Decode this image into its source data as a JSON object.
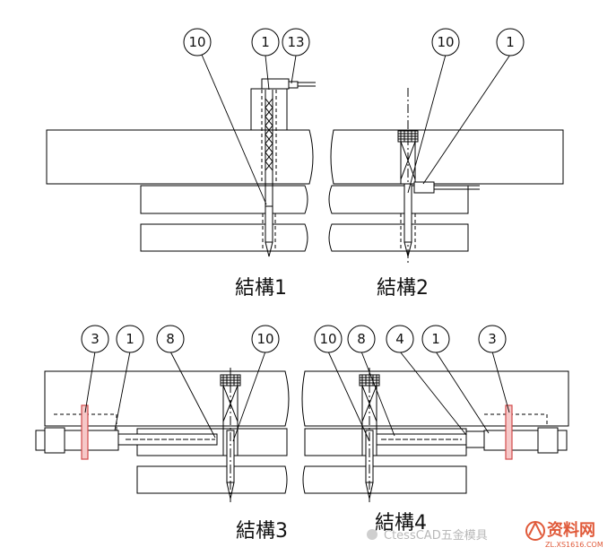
{
  "captions": {
    "structure1": "結構1",
    "structure2": "結構2",
    "structure3": "結構3",
    "structure4": "結構4"
  },
  "balloons": {
    "s1": [
      "10",
      "1",
      "13"
    ],
    "s2": [
      "10",
      "1"
    ],
    "s3": [
      "3",
      "1",
      "8",
      "10"
    ],
    "s4": [
      "10",
      "8",
      "4",
      "1",
      "3"
    ]
  },
  "watermark": {
    "text": "CtessCAD五金模具",
    "site_name": "资料网",
    "site_url": "ZL.XS1616.COM"
  },
  "colors": {
    "line": "#000000",
    "stop_pin": "#d24a4a",
    "watermark_logo": "#e05a3a"
  }
}
